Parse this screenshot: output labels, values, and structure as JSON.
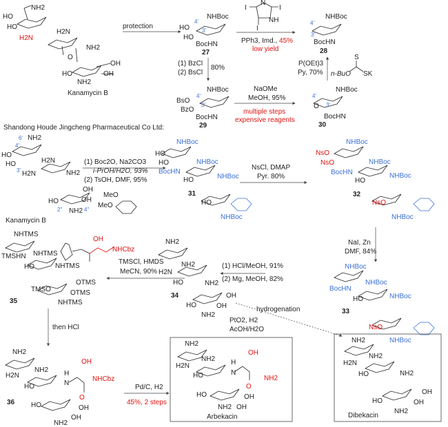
{
  "colors": {
    "highlight_blue": "#3b6fd6",
    "highlight_red": "#e01010"
  },
  "top": {
    "kanamycin_label": "Kanamycin B",
    "kana_groups": [
      "NH2",
      "HO",
      "HO",
      "H2N",
      "H2N",
      "NH2",
      "O",
      "OH",
      "OH",
      "NH2",
      "HO"
    ],
    "protection": "protection",
    "c27": {
      "id": "27",
      "nhboc": "NHBoc",
      "ho1": "HO",
      "ho2": "HO",
      "bochn": "BocHN",
      "p4": "4'",
      "p3": "3'"
    },
    "imidazole": {
      "i1": "I",
      "i2": "I",
      "i3": "I",
      "n": "N",
      "nh": "NH"
    },
    "step_27_28": {
      "reagents": "PPh3, Imd., ",
      "yield": "45%",
      "note": "low yield"
    },
    "c28": {
      "id": "28",
      "nhboc": "NHBoc",
      "bochn": "BocHN",
      "p4": "4'",
      "p3": "3'"
    },
    "step_27_29": {
      "r1": "(1) BzCl",
      "r2": "(2) BsCl",
      "yield": "80%"
    },
    "c29": {
      "id": "29",
      "nhboc": "NHBoc",
      "bso": "BsO",
      "bzo": "BzO",
      "bochn": "BocHN",
      "p4": "4'",
      "p3": "3'"
    },
    "step_29_30": {
      "r1": "NaOMe",
      "r2": "MeOH, 95%",
      "note1": "multiple steps",
      "note2": "expensive reagents"
    },
    "c30": {
      "id": "30",
      "nhboc": "NHBoc",
      "o": "O",
      "bochn": "BocHN",
      "p4": "4'",
      "p3": "3'"
    },
    "step_30_28": {
      "r1": "P(OEt)3",
      "r2": "Py, 70%",
      "xanthate_s": "S",
      "xanthate_o": "n-BuO",
      "xanthate_sk": "SK"
    }
  },
  "industrial": {
    "heading": "Shandong Houde Jingcheng Pharmaceutical Co Ltd:",
    "kanamycin_label": "Kanamycin B",
    "kana_positions": [
      "6'",
      "4'",
      "3'",
      "2''",
      "4''"
    ],
    "kana_groups": [
      "NH2",
      "HO",
      "HO",
      "H2N",
      "H2N",
      "NH2",
      "OH",
      "HO",
      "OH",
      "NH2"
    ],
    "step1": {
      "r1": "(1) Boc2O, Na2CO3",
      "r2": "i-PrOH/H2O, 93%",
      "r3": "(2) TsOH, DMF, 95%",
      "ketal_ome1": "MeO",
      "ketal_ome2": "MeO"
    },
    "c31": {
      "id": "31",
      "groups": [
        "NHBoc",
        "HO",
        "HO",
        "BocHN",
        "NHBoc",
        "HO",
        "NHBoc",
        "HO",
        "NHBoc"
      ]
    },
    "step2": {
      "r1": "NsCl, DMAP",
      "r2": "Pyr. 80%"
    },
    "c32": {
      "id": "32",
      "groups": [
        "NHBoc",
        "NsO",
        "NsO",
        "BocHN",
        "NHBoc",
        "HO",
        "NHBoc",
        "NsO",
        "NHBoc"
      ]
    },
    "step3": {
      "r1": "NaI, Zn",
      "r2": "DMF, 84%"
    },
    "c33": {
      "id": "33",
      "groups": [
        "NHBoc",
        "BocHN",
        "NHBoc",
        "HO",
        "NHBoc",
        "NsO",
        "NHBoc"
      ]
    },
    "step4": {
      "r1": "(1) HCl/MeOH, 91%",
      "r2": "(2) Mg, MeOH, 82%"
    },
    "c34": {
      "id": "34",
      "groups": [
        "NH2",
        "H2N",
        "NH2",
        "HO",
        "NH2",
        "HO",
        "OH",
        "OH",
        "NH2"
      ]
    },
    "step5": {
      "r1": "TMSCl, HMDS",
      "r2": "MeCN, 90%"
    },
    "c35": {
      "id": "35",
      "groups": [
        "NHTMS",
        "TMSHN",
        "NHTMS",
        "HO",
        "NHTMS",
        "TMSO",
        "OTMS",
        "OTMS",
        "NHTMS"
      ],
      "ester_oh": "OH",
      "ester_nhcbz": "NHCbz"
    },
    "step6": {
      "r1": "then HCl"
    },
    "hydrogenation": {
      "label": "hydrogenation",
      "r1": "PtO2, H2",
      "r2": "AcOH/H2O"
    },
    "c36": {
      "id": "36",
      "groups": [
        "NH2",
        "H2N",
        "NH2",
        "HO",
        "H",
        "N",
        "HO",
        "OH",
        "OH",
        "NH2"
      ],
      "oh": "OH",
      "nhcbz": "NHCbz",
      "o": "O"
    },
    "step7": {
      "r1": "Pd/C, H2",
      "yield": "45%, 2 steps"
    },
    "arbekacin": {
      "label": "Arbekacin",
      "groups": [
        "NH2",
        "H2N",
        "NH2",
        "HO",
        "H",
        "N",
        "HO",
        "OH",
        "OH",
        "NH2"
      ],
      "oh": "OH",
      "nh2": "NH2",
      "o": "O"
    },
    "dibekacin": {
      "label": "Dibekacin",
      "groups": [
        "NH2",
        "H2N",
        "NH2",
        "HO",
        "NH2",
        "HO",
        "OH",
        "OH",
        "NH2"
      ]
    }
  }
}
